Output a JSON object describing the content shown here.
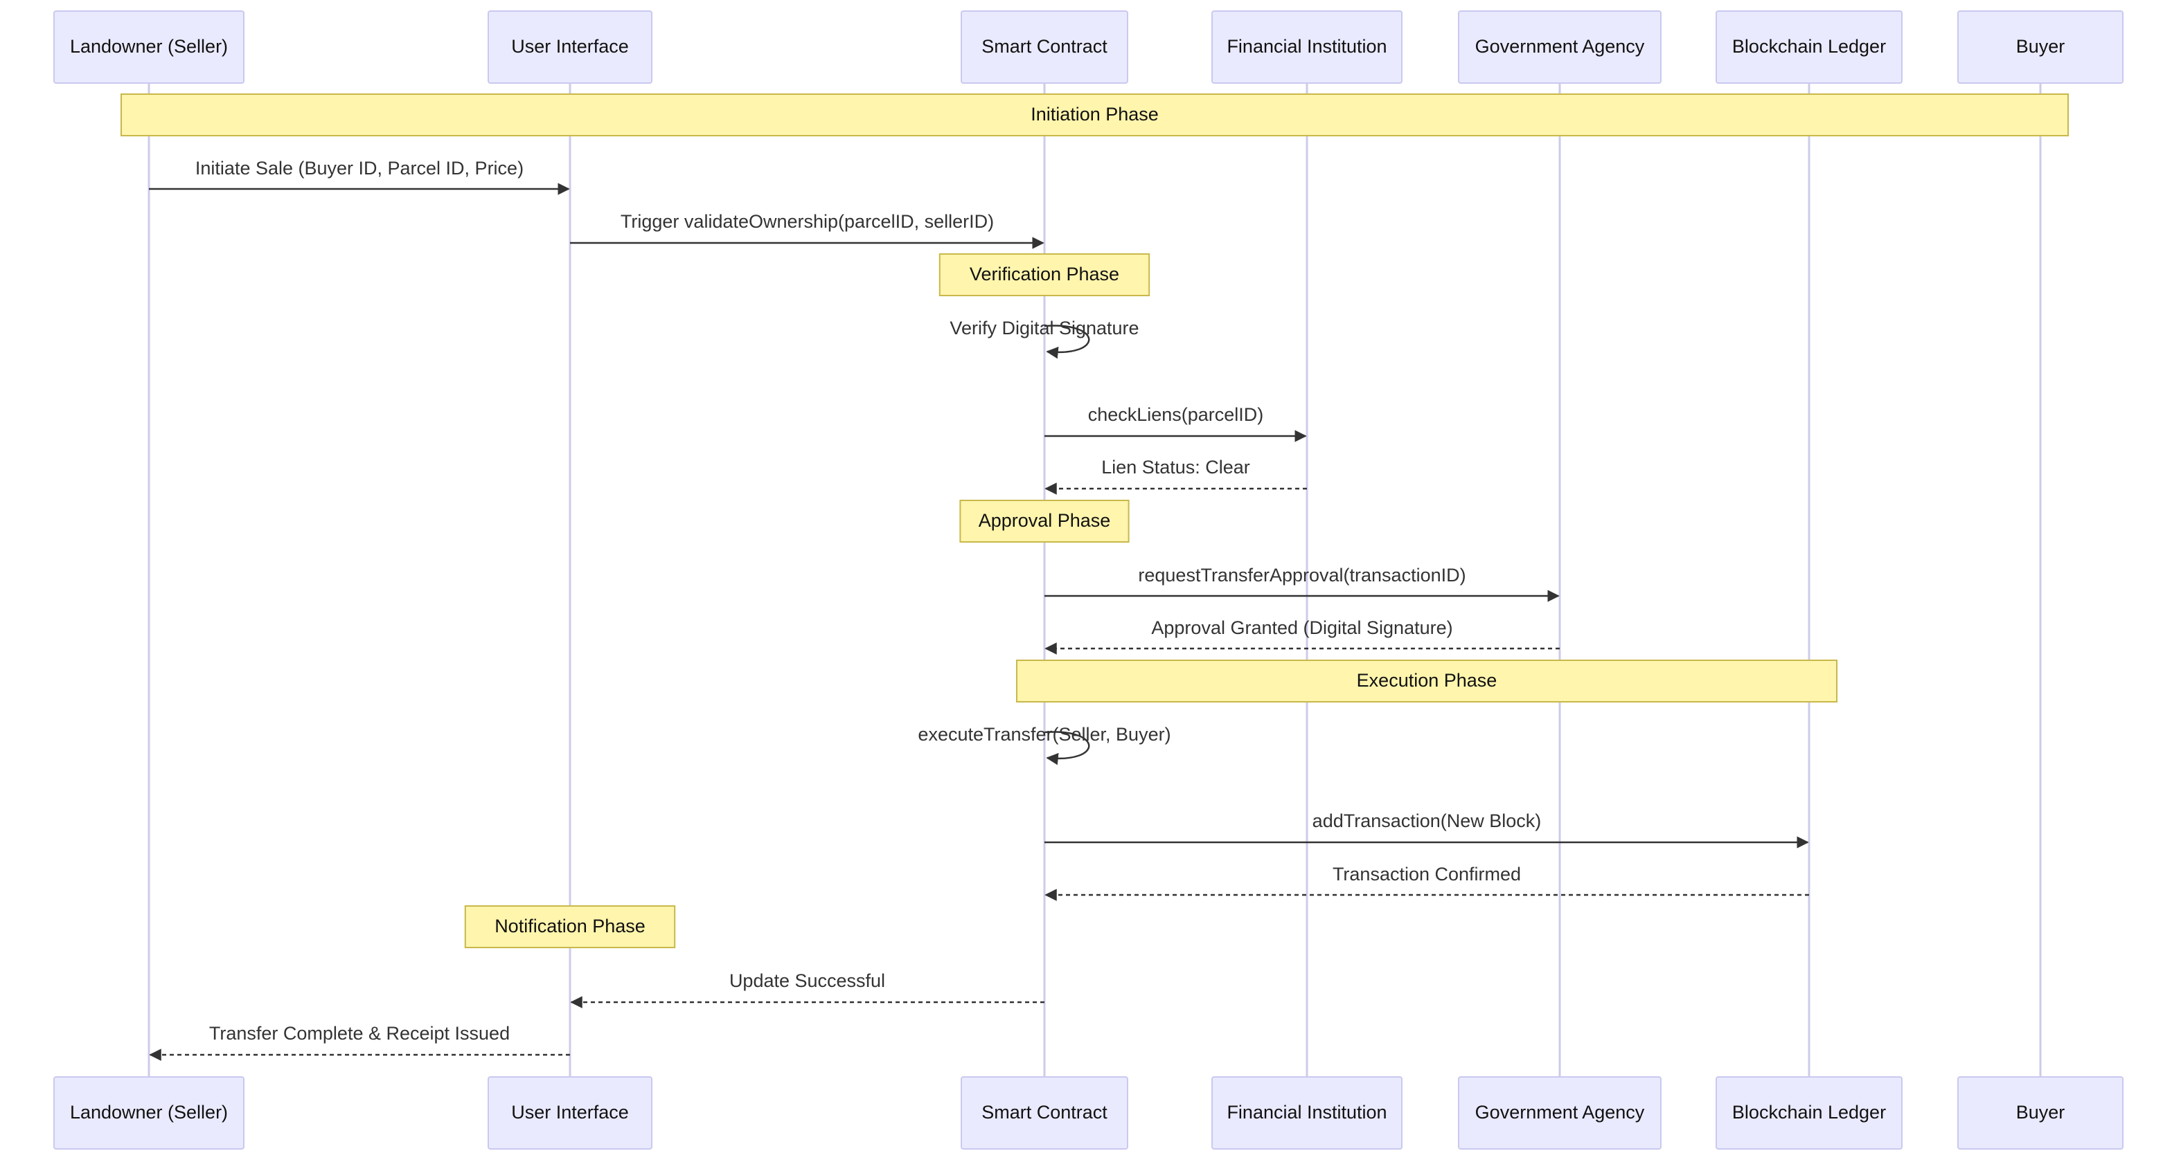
{
  "diagram": {
    "type": "sequence",
    "participants": [
      {
        "id": "seller",
        "label": "Landowner (Seller)"
      },
      {
        "id": "ui",
        "label": "User Interface"
      },
      {
        "id": "sc",
        "label": "Smart Contract"
      },
      {
        "id": "fi",
        "label": "Financial Institution"
      },
      {
        "id": "gov",
        "label": "Government Agency"
      },
      {
        "id": "ledger",
        "label": "Blockchain Ledger"
      },
      {
        "id": "buyer",
        "label": "Buyer"
      }
    ],
    "events": [
      {
        "kind": "note",
        "from": "seller",
        "to": "buyer",
        "text": "Initiation Phase"
      },
      {
        "kind": "message",
        "from": "seller",
        "to": "ui",
        "text": "Initiate Sale (Buyer ID, Parcel ID, Price)",
        "style": "solid"
      },
      {
        "kind": "message",
        "from": "ui",
        "to": "sc",
        "text": "Trigger validateOwnership(parcelID, sellerID)",
        "style": "solid"
      },
      {
        "kind": "note",
        "over": "sc",
        "text": "Verification Phase"
      },
      {
        "kind": "self",
        "over": "sc",
        "text": "Verify Digital Signature"
      },
      {
        "kind": "message",
        "from": "sc",
        "to": "fi",
        "text": "checkLiens(parcelID)",
        "style": "solid"
      },
      {
        "kind": "message",
        "from": "fi",
        "to": "sc",
        "text": "Lien Status: Clear",
        "style": "dashed"
      },
      {
        "kind": "note",
        "over": "sc",
        "text": "Approval Phase"
      },
      {
        "kind": "message",
        "from": "sc",
        "to": "gov",
        "text": "requestTransferApproval(transactionID)",
        "style": "solid"
      },
      {
        "kind": "message",
        "from": "gov",
        "to": "sc",
        "text": "Approval Granted (Digital Signature)",
        "style": "dashed"
      },
      {
        "kind": "note",
        "from": "sc",
        "to": "ledger",
        "text": "Execution Phase"
      },
      {
        "kind": "self",
        "over": "sc",
        "text": "executeTransfer(Seller, Buyer)"
      },
      {
        "kind": "message",
        "from": "sc",
        "to": "ledger",
        "text": "addTransaction(New Block)",
        "style": "solid"
      },
      {
        "kind": "message",
        "from": "ledger",
        "to": "sc",
        "text": "Transaction Confirmed",
        "style": "dashed"
      },
      {
        "kind": "note",
        "over": "ui",
        "text": "Notification Phase"
      },
      {
        "kind": "message",
        "from": "sc",
        "to": "ui",
        "text": "Update Successful",
        "style": "dashed"
      },
      {
        "kind": "message",
        "from": "ui",
        "to": "seller",
        "text": "Transfer Complete & Receipt Issued",
        "style": "dashed"
      }
    ]
  }
}
